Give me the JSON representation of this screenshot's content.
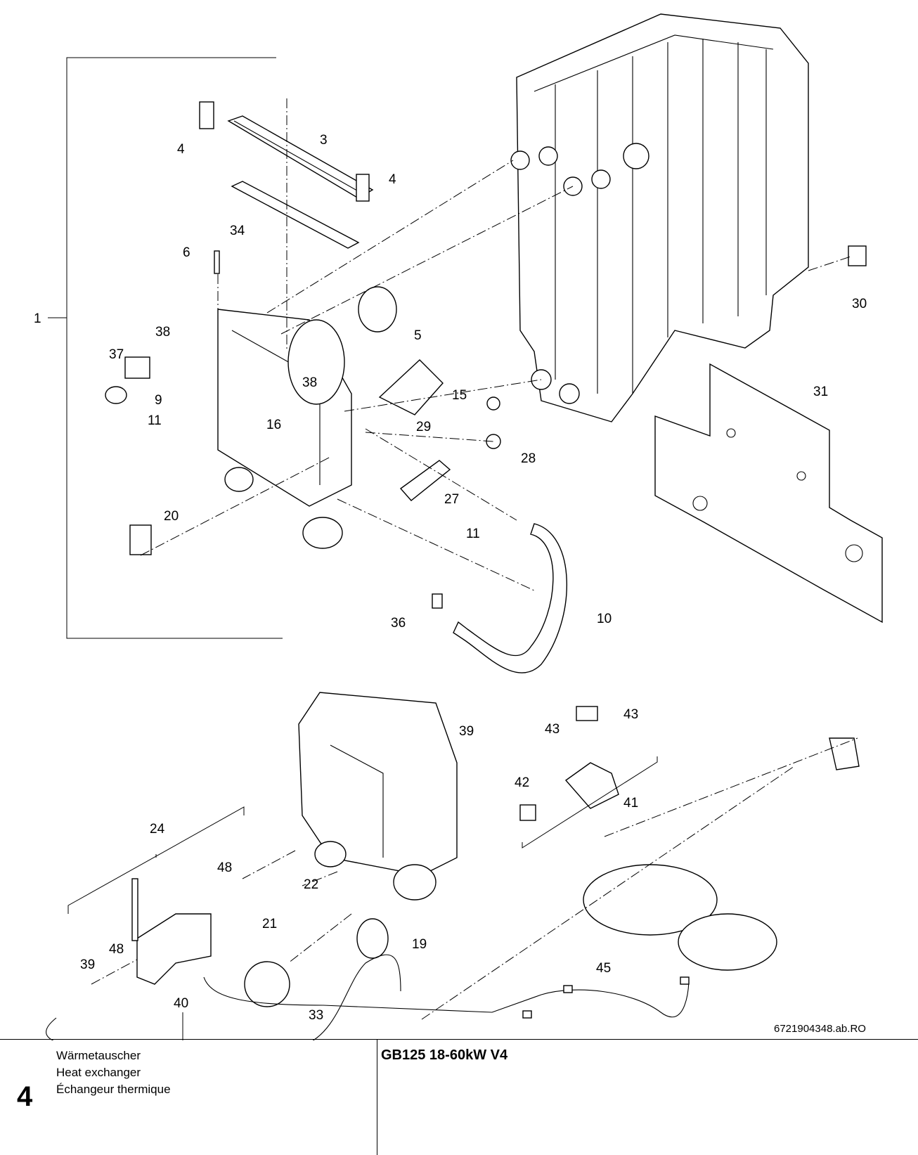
{
  "callouts": [
    "1",
    "3",
    "4",
    "4",
    "34",
    "6",
    "5",
    "38",
    "37",
    "9",
    "11",
    "38",
    "16",
    "15",
    "29",
    "28",
    "27",
    "11",
    "20",
    "36",
    "10",
    "30",
    "31",
    "39",
    "43",
    "43",
    "42",
    "41",
    "24",
    "48",
    "22",
    "21",
    "19",
    "48",
    "39",
    "40",
    "33",
    "45"
  ],
  "reference_code": "6721904348.ab.RO",
  "footer": {
    "page_number": "4",
    "description_de": "Wärmetauscher",
    "description_en": "Heat exchanger",
    "description_fr": "Échangeur thermique",
    "model": "GB125 18-60kW V4"
  }
}
